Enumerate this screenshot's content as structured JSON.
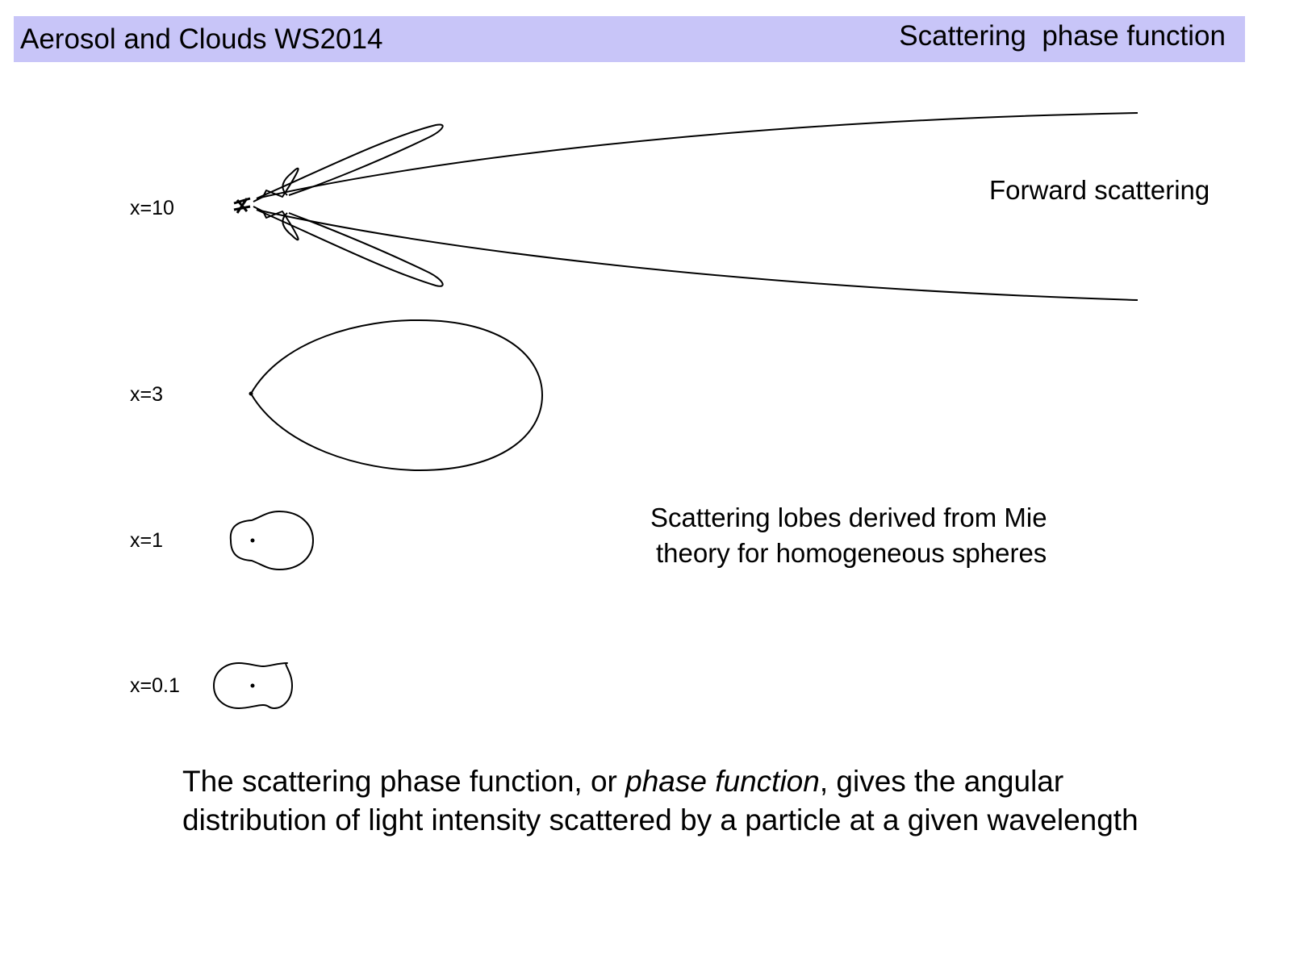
{
  "header": {
    "left_title": "Aerosol and Clouds WS2014",
    "right_title": "Scattering  phase function",
    "background_color": "#c8c5f8"
  },
  "diagram": {
    "type": "polar scattering lobes (Mie theory)",
    "lobes": [
      {
        "label": "x=10",
        "size_parameter": 10,
        "shape": "strong forward lobe with multiple side lobes"
      },
      {
        "label": "x=3",
        "size_parameter": 3,
        "shape": "forward-elongated teardrop"
      },
      {
        "label": "x=1",
        "size_parameter": 1,
        "shape": "slightly forward-asymmetric"
      },
      {
        "label": "x=0.1",
        "size_parameter": 0.1,
        "shape": "symmetric Rayleigh peanut"
      }
    ],
    "annotation_forward": "Forward scattering",
    "annotation_mie_line1": "Scattering lobes derived from Mie",
    "annotation_mie_line2": "theory for homogeneous spheres"
  },
  "caption": {
    "part1": "The scattering phase function, or ",
    "emphasis": "phase function",
    "part2": ", gives the angular distribution of light intensity scattered by a particle at a given wavelength"
  }
}
